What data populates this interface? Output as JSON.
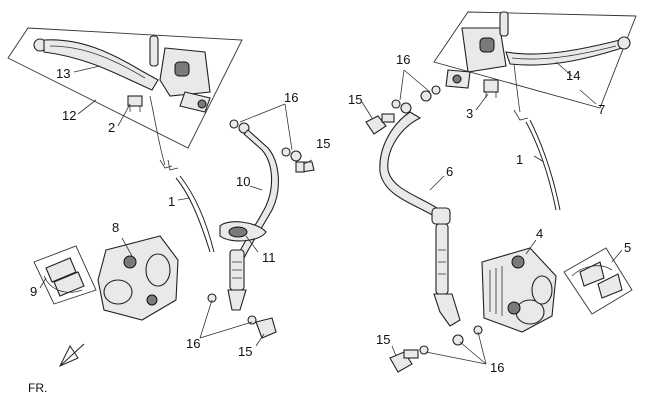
{
  "diagram": {
    "callouts": [
      "13",
      "12",
      "2",
      "1",
      "16",
      "15",
      "10",
      "11",
      "8",
      "9",
      "16",
      "15",
      "16",
      "15",
      "3",
      "14",
      "7",
      "1",
      "6",
      "4",
      "5",
      "15",
      "16"
    ],
    "direction_label": "FR."
  }
}
